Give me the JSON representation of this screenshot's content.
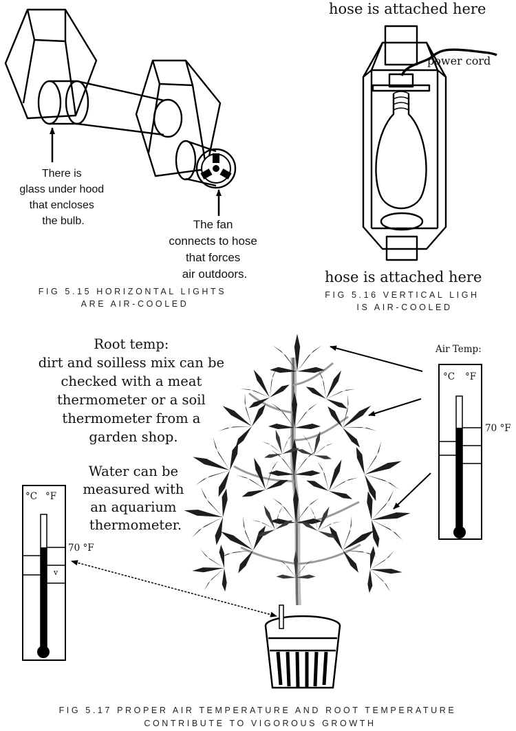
{
  "fig_5_15": {
    "note_glass": [
      "There is",
      "glass under hood",
      "that encloses",
      "the bulb."
    ],
    "note_fan": [
      "The fan",
      "connects to hose",
      "that forces",
      "air outdoors."
    ],
    "caption": [
      "FIG 5.15 HORIZONTAL LIGHTS",
      "ARE AIR-COOLED"
    ]
  },
  "fig_5_16": {
    "hose_top": "hose is attached here",
    "power_cord": "power cord",
    "hose_bottom": "hose is attached here",
    "caption": [
      "FIG 5.16 VERTICAL LIGH",
      "IS AIR-COOLED"
    ]
  },
  "fig_5_17": {
    "root_text": [
      "Root temp:",
      "dirt and soilless mix can be",
      "checked with a meat",
      "thermometer or a soil",
      "thermometer from a",
      "garden shop."
    ],
    "water_text": [
      "Water can be",
      "measured with",
      "an aquarium",
      "thermometer."
    ],
    "air_temp_label": "Air Temp:",
    "air_thermometer": {
      "scale_c": "°C",
      "scale_f": "°F",
      "reading": "70 °F"
    },
    "root_thermometer": {
      "scale_c": "°C",
      "scale_f": "°F",
      "reading": "70 °F",
      "mark": "v"
    },
    "caption": [
      "FIG 5.17 PROPER AIR TEMPERATURE AND ROOT TEMPERATURE",
      "CONTRIBUTE TO VIGOROUS GROWTH"
    ]
  }
}
